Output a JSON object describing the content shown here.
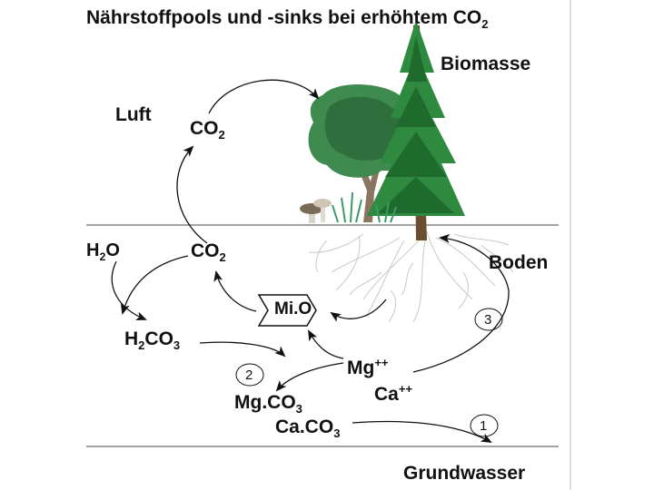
{
  "title": {
    "main": "Nährstoffpools und -sinks bei erhöhtem CO",
    "sub": "2"
  },
  "labels": {
    "biomasse": "Biomasse",
    "luft": "Luft",
    "boden": "Boden",
    "grundwasser": "Grundwasser",
    "co2_top": {
      "base": "CO",
      "sub": "2"
    },
    "co2_mid": {
      "base": "CO",
      "sub": "2"
    },
    "h2o": {
      "a": "H",
      "sub": "2",
      "b": "O"
    },
    "h2co3": {
      "a": "H",
      "sub1": "2",
      "b": "CO",
      "sub2": "3"
    },
    "mio": "Mi.O",
    "mg": {
      "base": "Mg",
      "sup": "++"
    },
    "ca": {
      "base": "Ca",
      "sup": "++"
    },
    "mgco3": {
      "base": "Mg.CO",
      "sub": "3"
    },
    "caco3": {
      "base": "Ca.CO",
      "sub": "3"
    }
  },
  "markers": {
    "m1": "1",
    "m2": "2",
    "m3": "3"
  }
}
